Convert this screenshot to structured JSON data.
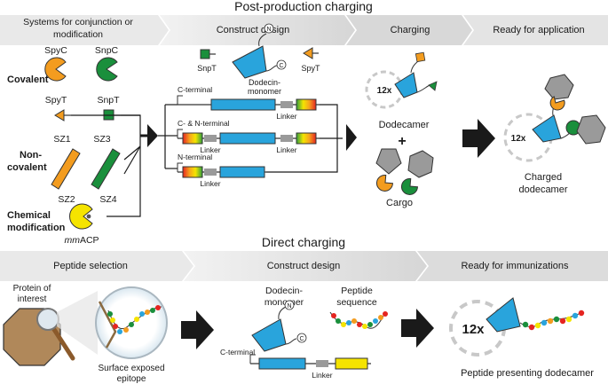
{
  "post": {
    "title": "Post-production charging",
    "headers": [
      "Systems for conjunction or modification",
      "Construct design",
      "Charging",
      "Ready for application"
    ],
    "covalent": {
      "label": "Covalent",
      "spyc": "SpyC",
      "snpc": "SnpC",
      "spyt": "SpyT",
      "snpt": "SnpT"
    },
    "noncovalent": {
      "label_line1": "Non-",
      "label_line2": "covalent",
      "sz1": "SZ1",
      "sz2": "SZ2",
      "sz3": "SZ3",
      "sz4": "SZ4"
    },
    "chemical": {
      "label_line1": "Chemical",
      "label_line2": "modification",
      "acp_italic": "mm",
      "acp_rest": "ACP"
    },
    "construct": {
      "snpt": "SnpT",
      "spyt": "SpyT",
      "monomer_line1": "Dodecin-",
      "monomer_line2": "monomer",
      "n_symbol": "N",
      "c_symbol": "C",
      "c_terminal": "C-terminal",
      "cn_terminal": "C- & N-terminal",
      "n_terminal": "N-terminal",
      "linker": "Linker"
    },
    "charging": {
      "count": "12x",
      "dodecamer": "Dodecamer",
      "plus": "+",
      "cargo": "Cargo"
    },
    "ready": {
      "count": "12x",
      "label_line1": "Charged",
      "label_line2": "dodecamer"
    }
  },
  "direct": {
    "title": "Direct charging",
    "headers": [
      "Peptide selection",
      "Construct design",
      "Ready for immunizations"
    ],
    "protein_line1": "Protein of",
    "protein_line2": "interest",
    "epitope_line1": "Surface exposed",
    "epitope_line2": "epitope",
    "monomer_line1": "Dodecin-",
    "monomer_line2": "monomer",
    "peptide_line1": "Peptide",
    "peptide_line2": "sequence",
    "n_symbol": "N",
    "c_symbol": "C",
    "c_terminal": "C-terminal",
    "linker": "Linker",
    "count": "12x",
    "presenting": "Peptide presenting dodecamer"
  },
  "colors": {
    "orange": "#f39c1f",
    "green": "#1a8f3c",
    "blue": "#29a4dc",
    "yellow": "#f5e400",
    "gray_hex": "#9a9a9a",
    "banner": "#dcdcdc",
    "arrow": "#1a1a1a"
  }
}
